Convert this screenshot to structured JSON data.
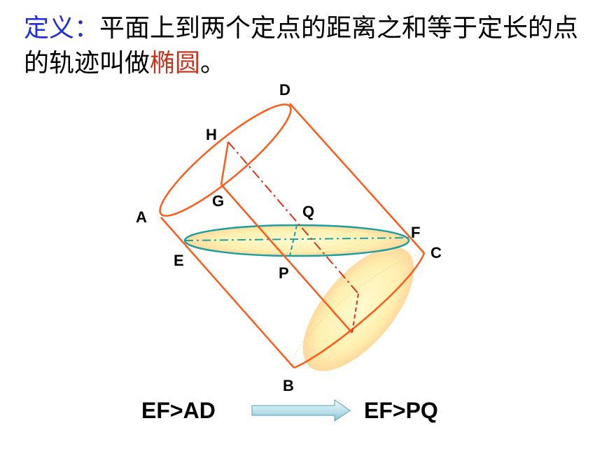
{
  "definition": {
    "label": "定义：",
    "text_before": "平面上到两个定点的距离之和等于定长的点的轨迹叫做",
    "term": "椭圆",
    "text_after": "。"
  },
  "diagram": {
    "points": {
      "A": "A",
      "B": "B",
      "C": "C",
      "D": "D",
      "E": "E",
      "F": "F",
      "G": "G",
      "H": "H",
      "P": "P",
      "Q": "Q"
    },
    "colors": {
      "cylinder": "#ff5a1a",
      "section": "#1aa0a0",
      "fill_light": "#fffbd0",
      "fill_warm": "#ffd7a0"
    }
  },
  "relations": {
    "left": "EF>AD",
    "right": "EF>PQ"
  }
}
